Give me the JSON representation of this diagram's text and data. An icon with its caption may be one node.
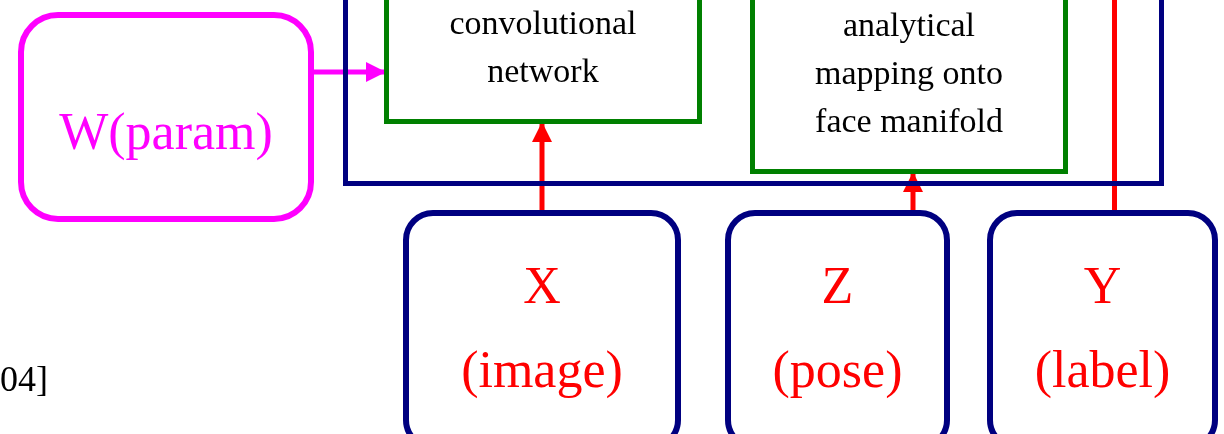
{
  "diagram": {
    "nodes": [
      {
        "text": [],
        "shape": "box"
      },
      {
        "text": [
          "convolutional network"
        ],
        "in": 0
      },
      {
        "text": [
          "analytical mapping onto face manifold"
        ],
        "in": 0
      },
      {
        "text": [
          "W(param)"
        ]
      },
      {
        "text": [
          "X",
          "(image)"
        ]
      },
      {
        "text": [
          "Z",
          "(pose)"
        ]
      },
      {
        "text": [
          "Y",
          "(label)"
        ]
      }
    ],
    "edges": [
      {
        "from": 3,
        "to": 1,
        "arrow": "to",
        "color": "#ff00ff"
      },
      {
        "from": 4,
        "to": 1,
        "arrow": "to"
      },
      {
        "from": 5,
        "to": 2,
        "arrow": "to"
      },
      {
        "from": 6,
        "to": 0,
        "arrow": "none"
      }
    ],
    "labels": [
      "04]"
    ]
  }
}
